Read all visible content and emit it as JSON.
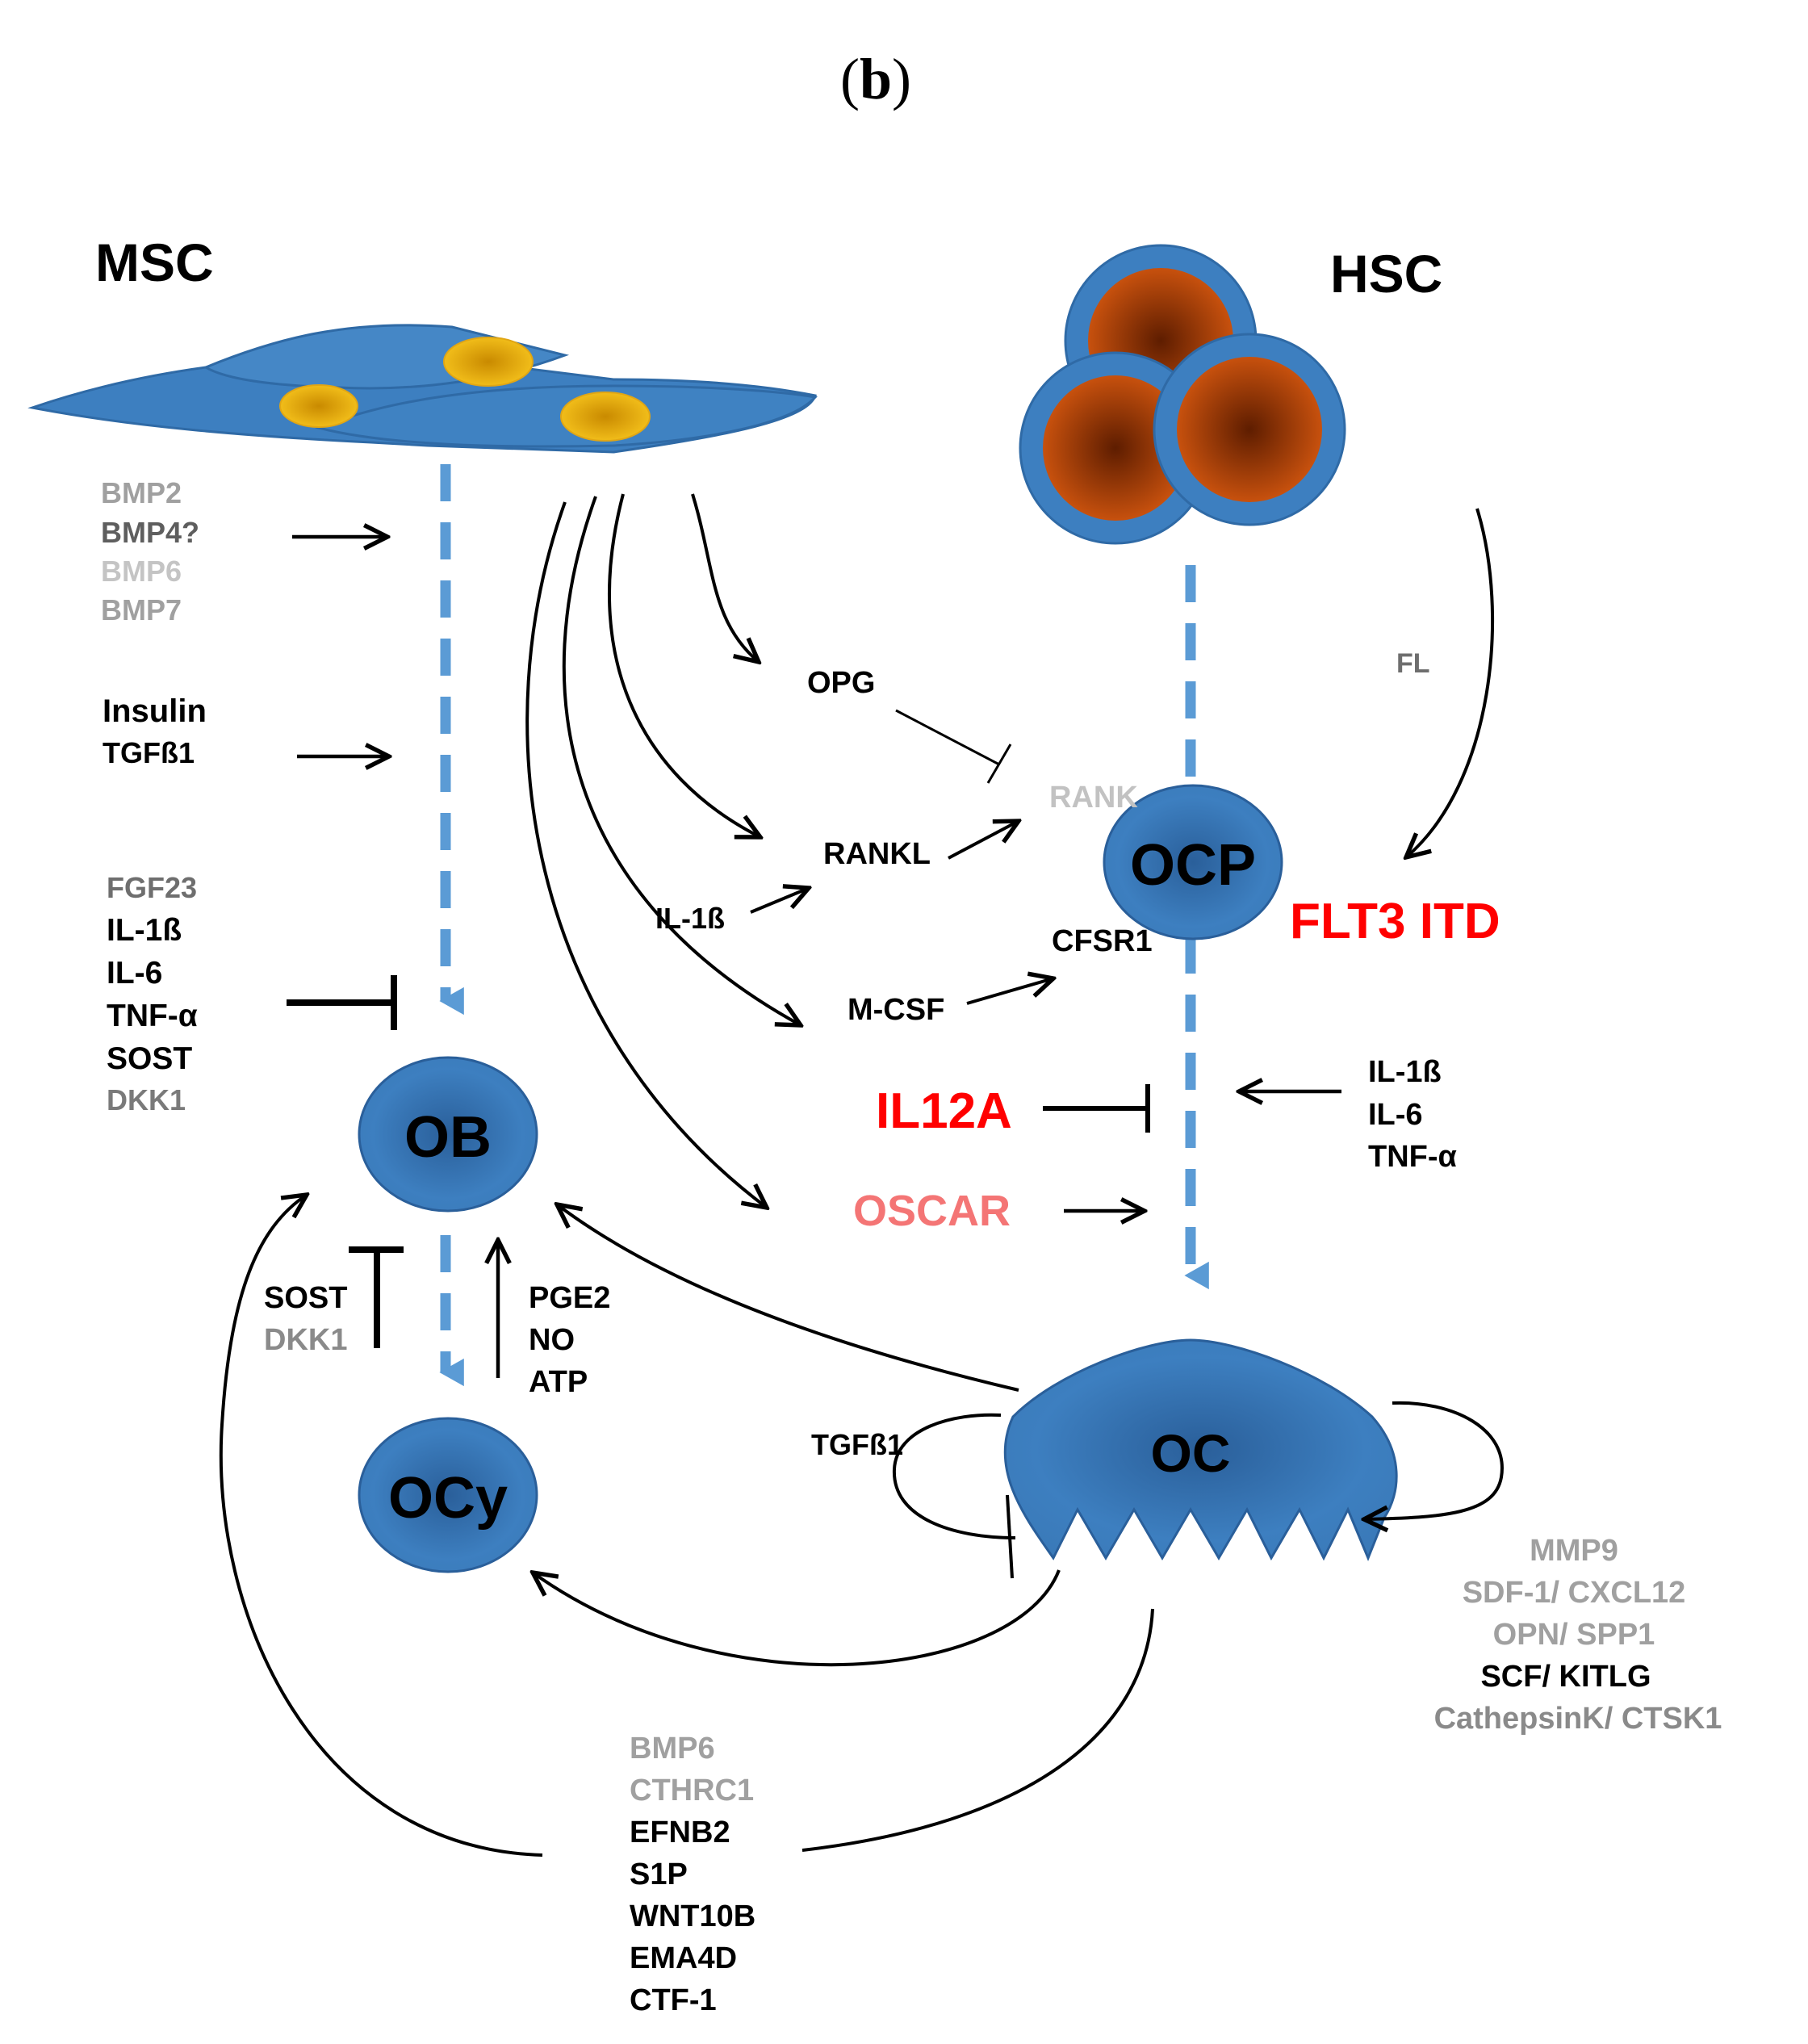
{
  "panel": {
    "open": "(",
    "letter": "b",
    "close": ")"
  },
  "colors": {
    "cell_blue": "#3d7fc0",
    "cell_blue_dark": "#1f4f86",
    "dash_blue": "#5b9bd5",
    "nucleus_yellow": "#f2b619",
    "nucleus_orange": "#c4500e",
    "black": "#000000",
    "grey": "#9e9e9e",
    "grey_dark": "#6e6e6e",
    "grey_light": "#c2c2c2",
    "red": "#ff0000",
    "pink": "#f47575"
  },
  "nodes": {
    "msc": "MSC",
    "hsc": "HSC",
    "ob": "OB",
    "ocy": "OCy",
    "ocp": "OCP",
    "oc": "OC"
  },
  "labels": {
    "bmp2": "BMP2",
    "bmp4": "BMP4?",
    "bmp6_top": "BMP6",
    "bmp7": "BMP7",
    "insulin": "Insulin",
    "tgfb1_left": "TGFß1",
    "fgf23": "FGF23",
    "il1b_left": "IL-1ß",
    "il6_left": "IL-6",
    "tnfa_left": "TNF-α",
    "sost_left": "SOST",
    "dkk1_left": "DKK1",
    "opg": "OPG",
    "rank": "RANK",
    "rankl": "RANKL",
    "il1b_mid": "IL-1ß",
    "mcsf": "M-CSF",
    "cfsr1": "CFSR1",
    "fl": "FL",
    "flt3": "FLT3 ITD",
    "il12a": "IL12A",
    "il1b_right": "IL-1ß",
    "il6_right": "IL-6",
    "tnfa_right": "TNF-α",
    "oscar": "OSCAR",
    "sost_ob": "SOST",
    "dkk1_ob": "DKK1",
    "pge2": "PGE2",
    "no": "NO",
    "atp": "ATP",
    "tgfb1_oc": "TGFß1",
    "mmp9": "MMP9",
    "sdf1": "SDF-1/ CXCL12",
    "opn": "OPN/ SPP1",
    "scf": "SCF/ KITLG",
    "cathepsink": "CathepsinK/ CTSK1",
    "bmp6_bottom": "BMP6",
    "cthrc1": "CTHRC1",
    "efnb2": "EFNB2",
    "s1p": "S1P",
    "wnt10b": "WNT10B",
    "ema4d": "EMA4D",
    "ctf1": "CTF-1"
  }
}
